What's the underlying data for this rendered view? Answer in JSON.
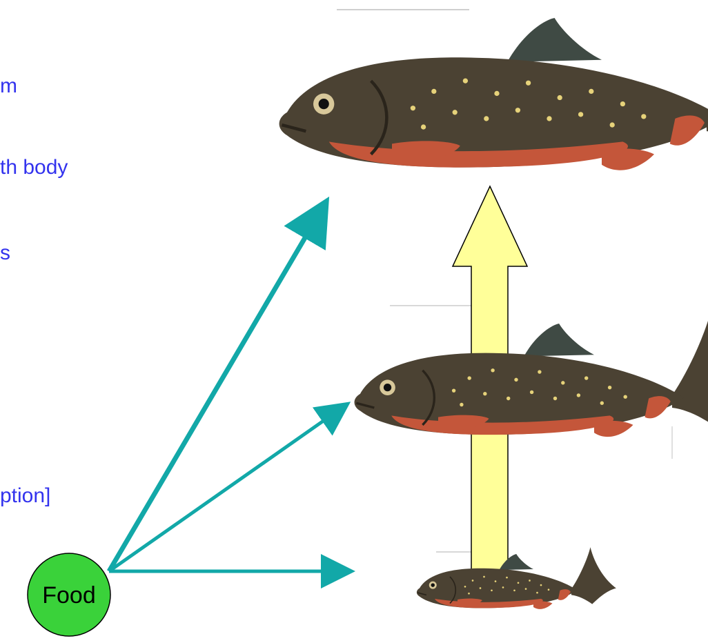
{
  "text_fragments": [
    "m",
    "th body",
    "s",
    "ption]"
  ],
  "food_label": "Food",
  "colors": {
    "fragment_text": "#3333ee",
    "arrow": "#12a8a8",
    "growth_arrow_fill": "#ffff99",
    "food_circle": "#3ad23a",
    "fish_body": "#4b4233",
    "fish_belly": "#c4563a",
    "fish_fin": "#3f4a44",
    "fish_spots": "#e6d27a"
  },
  "icons": [
    "fish-large",
    "fish-medium",
    "fish-small",
    "growth-arrow",
    "food-circle"
  ]
}
